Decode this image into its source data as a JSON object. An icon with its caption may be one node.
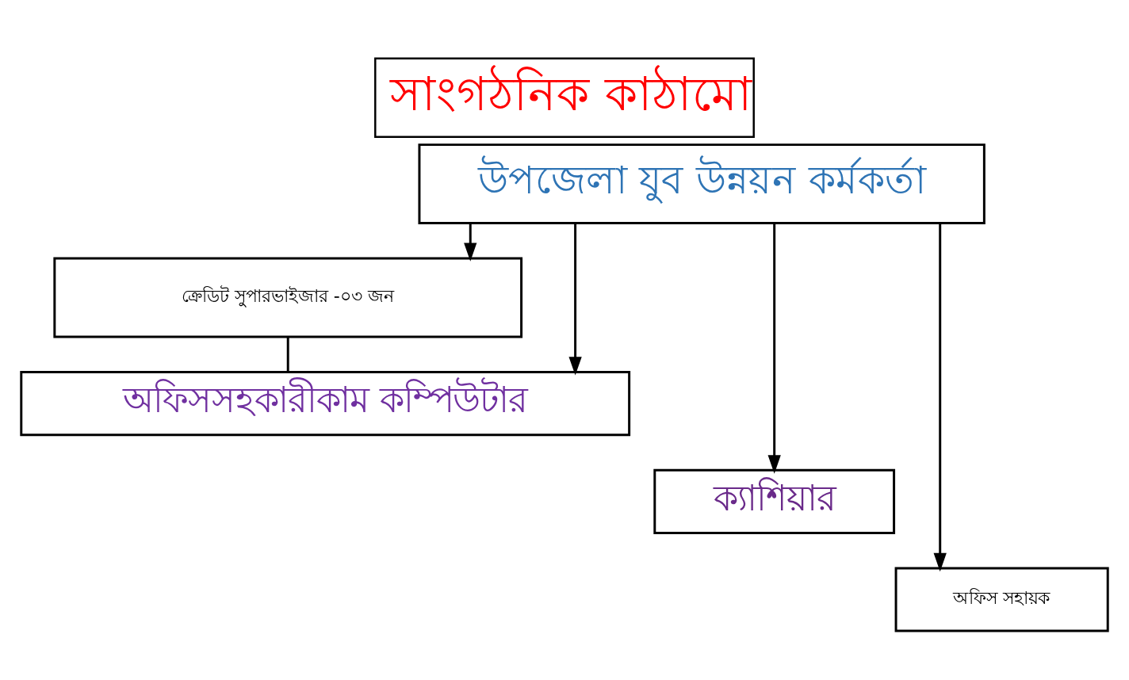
{
  "diagram": {
    "title": "সাংগঠনিক কাঠামো",
    "nodes": [
      {
        "text": [
          "উপজেলা যুব উন্নয়ন কর্মকর্তা"
        ]
      },
      {
        "text": [
          "ক্রেডিট সুপারভাইজার -০৩ জন"
        ]
      },
      {
        "text": [
          "অফিসসহকারীকাম কম্পিউটার"
        ]
      },
      {
        "text": [
          "ক্যাশিয়ার"
        ]
      },
      {
        "text": [
          "অফিস সহায়ক"
        ]
      }
    ],
    "edges": [
      {
        "from": 0,
        "to": 1,
        "arrow": "to"
      },
      {
        "from": 0,
        "to": 2,
        "arrow": "to"
      },
      {
        "from": 0,
        "to": 3,
        "arrow": "to"
      },
      {
        "from": 0,
        "to": 4,
        "arrow": "to"
      },
      {
        "from": 1,
        "to": 2,
        "arrow": "none"
      }
    ]
  }
}
